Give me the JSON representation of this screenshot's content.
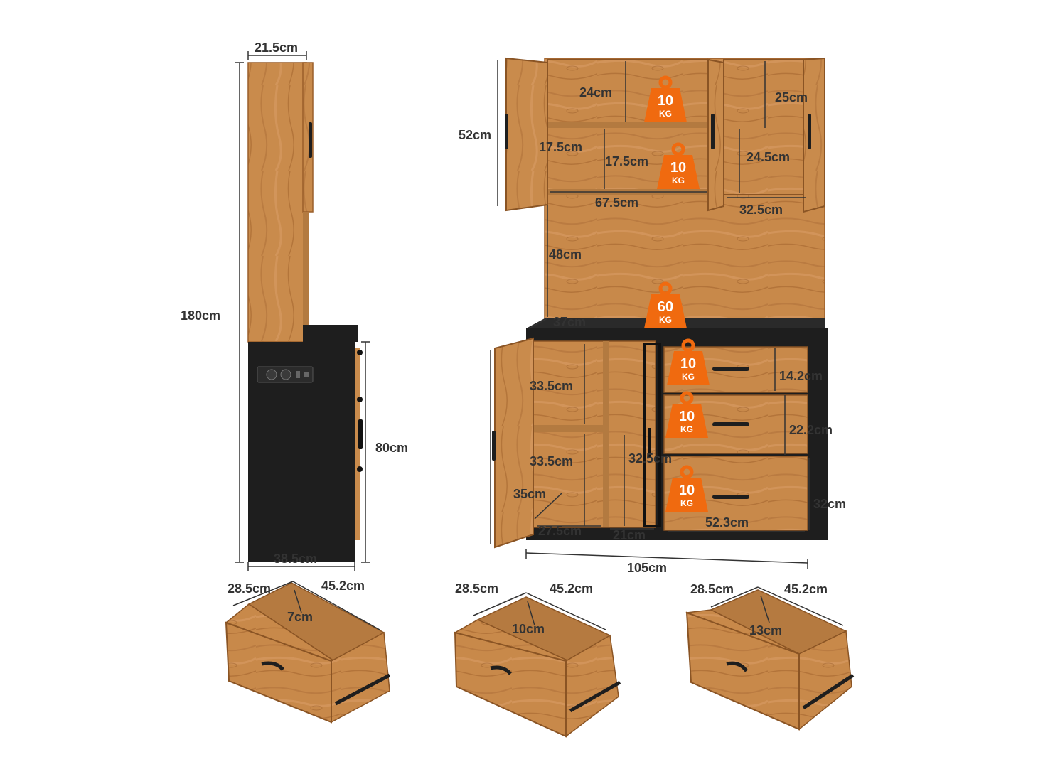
{
  "colors": {
    "wood": "#c8894a",
    "wood_dark": "#a86a34",
    "wood_light": "#dba56a",
    "black": "#1e1e1e",
    "badge": "#f06a0f",
    "text": "#333333"
  },
  "side_view": {
    "depth_top": "21.5cm",
    "total_height": "180cm",
    "base_height": "80cm",
    "base_depth": "38.5cm"
  },
  "front_view": {
    "upper_height": "52cm",
    "shelf_top": "24cm",
    "shelf_bottom_left": "17.5cm",
    "shelf_bottom_mid": "17.5cm",
    "upper_width": "67.5cm",
    "right_top": "25cm",
    "right_bottom": "24.5cm",
    "right_width": "32.5cm",
    "open_height": "48cm",
    "counter_depth": "37cm",
    "cab_top": "33.5cm",
    "cab_bottom": "33.5cm",
    "cab_mid": "32.5cm",
    "cab_depth": "35cm",
    "cab_width_left": "27.5cm",
    "cab_width_mid": "21cm",
    "drawer1": "14.2cm",
    "drawer2": "22.2cm",
    "drawer3": "32cm",
    "drawer_width": "52.3cm",
    "total_width": "105cm"
  },
  "weights": {
    "unit": "KG",
    "upper_shelf": "10",
    "upper_bottom": "10",
    "counter": "60",
    "drawer1": "10",
    "drawer2": "10",
    "drawer3": "10"
  },
  "drawers": [
    {
      "width": "28.5cm",
      "depth": "45.2cm",
      "height": "7cm"
    },
    {
      "width": "28.5cm",
      "depth": "45.2cm",
      "height": "10cm"
    },
    {
      "width": "28.5cm",
      "depth": "45.2cm",
      "height": "13cm"
    }
  ]
}
